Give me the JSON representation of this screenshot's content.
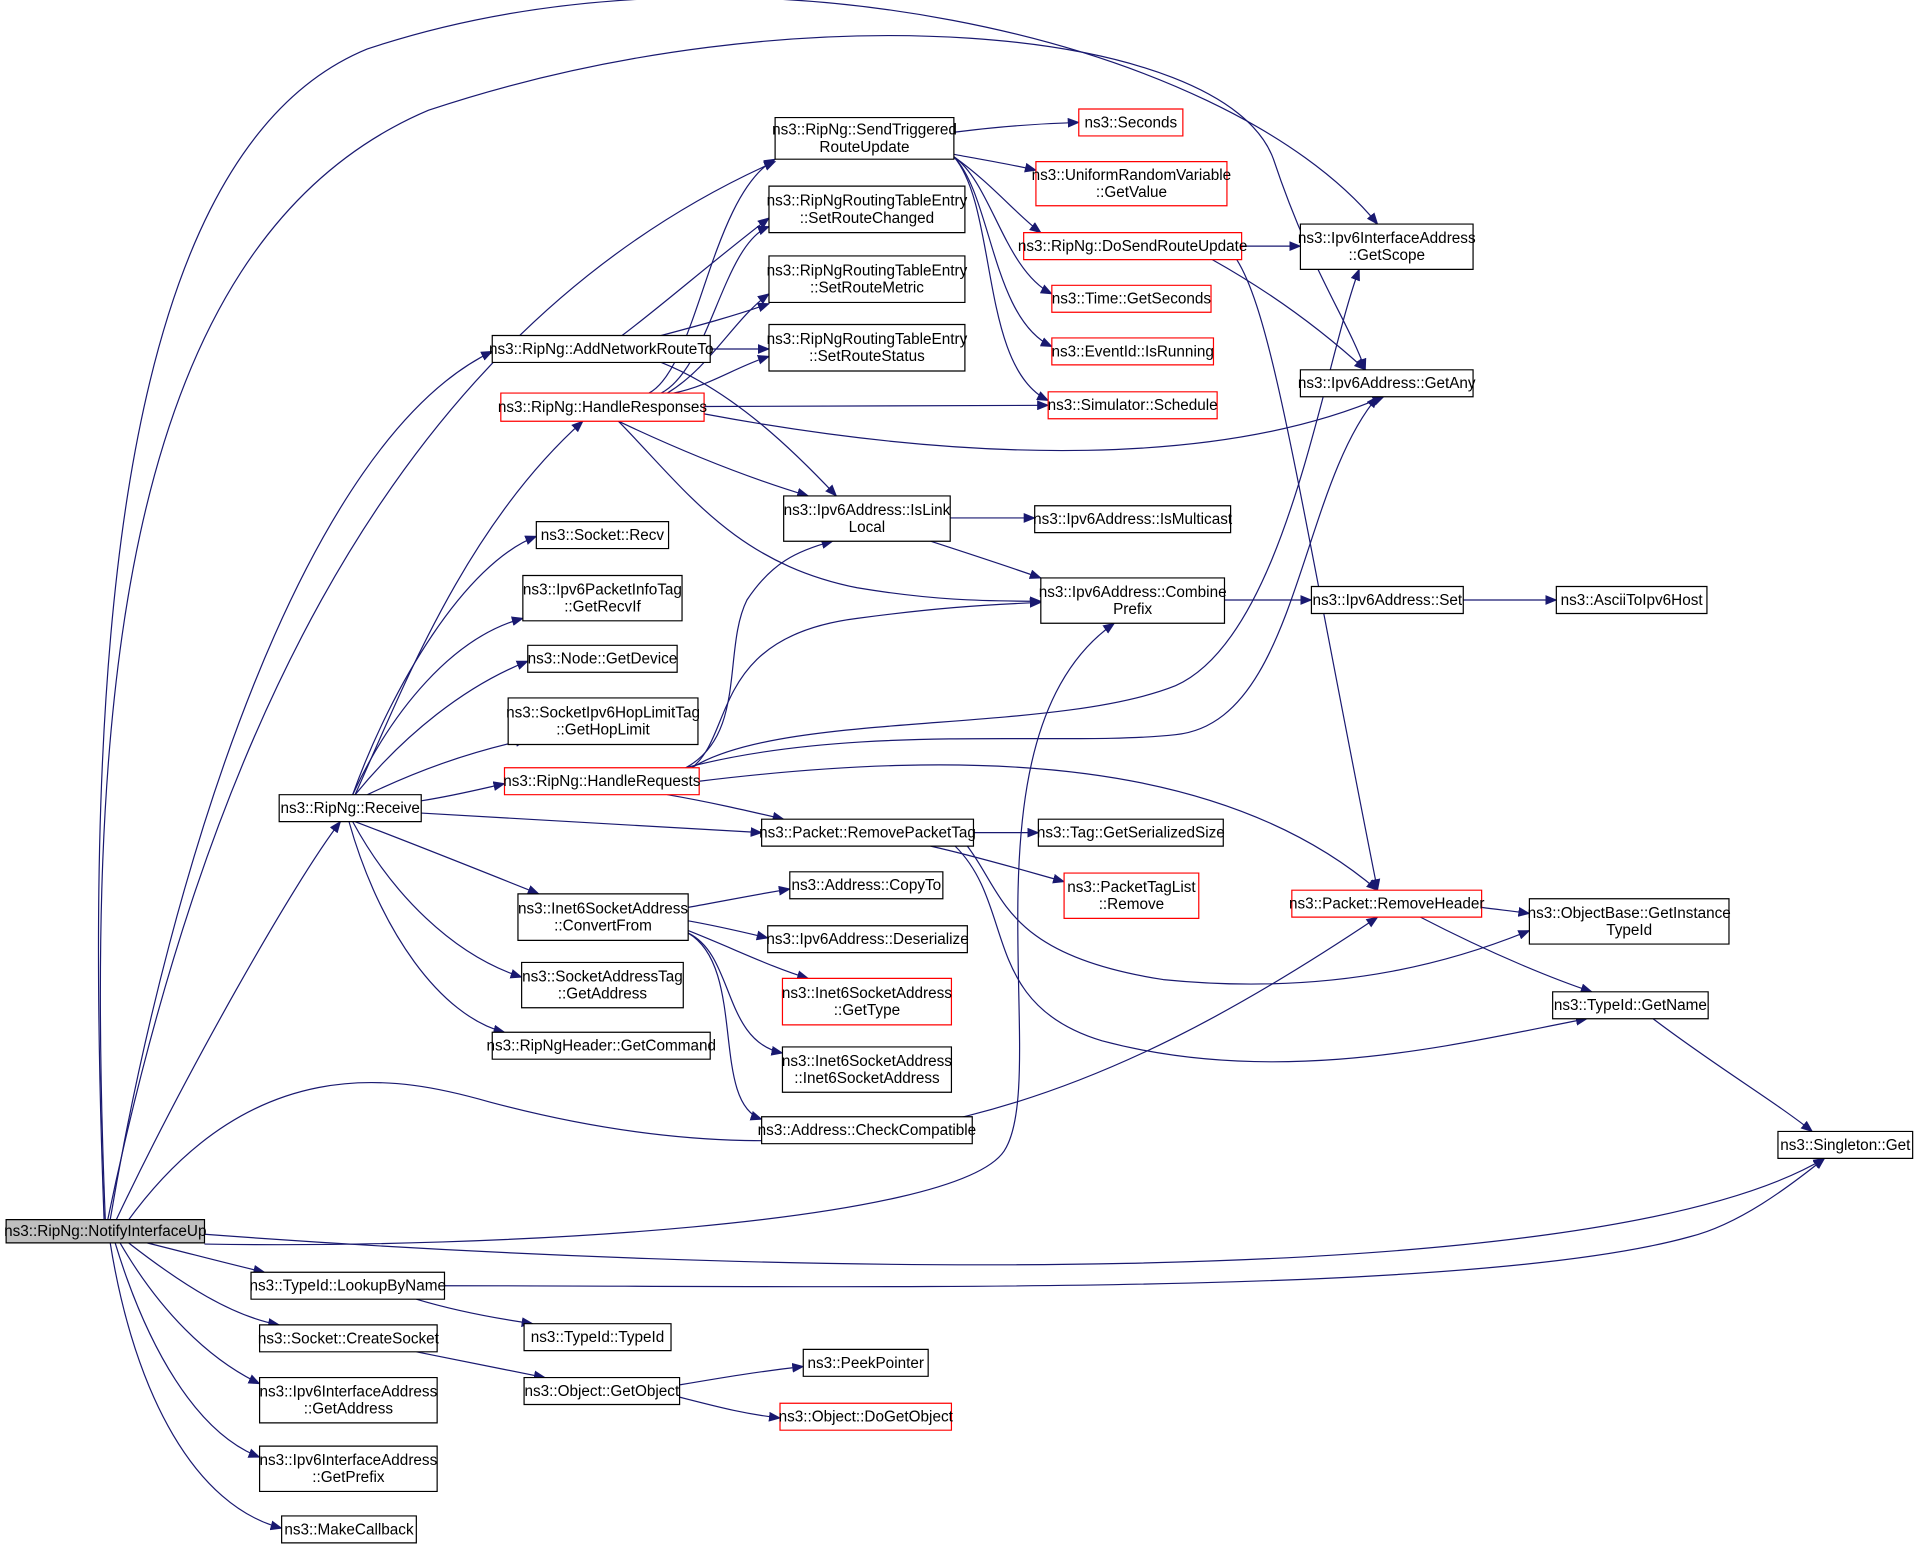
{
  "colors": {
    "edge": "#191970",
    "normal_border": "#000000",
    "truncated_border": "#ff0000",
    "root_fill": "#bfbfbf",
    "background": "#ffffff"
  },
  "nodes": {
    "root": {
      "lines": [
        "ns3::RipNg::NotifyInterfaceUp"
      ],
      "kind": "root"
    },
    "sendTriggered": {
      "lines": [
        "ns3::RipNg::SendTriggered",
        "RouteUpdate"
      ],
      "kind": "normal"
    },
    "seconds": {
      "lines": [
        "ns3::Seconds"
      ],
      "kind": "truncated"
    },
    "uniformGetValue": {
      "lines": [
        "ns3::UniformRandomVariable",
        "::GetValue"
      ],
      "kind": "truncated"
    },
    "doSendRouteUpdate": {
      "lines": [
        "ns3::RipNg::DoSendRouteUpdate"
      ],
      "kind": "truncated"
    },
    "timeGetSeconds": {
      "lines": [
        "ns3::Time::GetSeconds"
      ],
      "kind": "truncated"
    },
    "eventIsRunning": {
      "lines": [
        "ns3::EventId::IsRunning"
      ],
      "kind": "truncated"
    },
    "simSchedule": {
      "lines": [
        "ns3::Simulator::Schedule"
      ],
      "kind": "truncated"
    },
    "setRouteChanged": {
      "lines": [
        "ns3::RipNgRoutingTableEntry",
        "::SetRouteChanged"
      ],
      "kind": "normal"
    },
    "setRouteMetric": {
      "lines": [
        "ns3::RipNgRoutingTableEntry",
        "::SetRouteMetric"
      ],
      "kind": "normal"
    },
    "setRouteStatus": {
      "lines": [
        "ns3::RipNgRoutingTableEntry",
        "::SetRouteStatus"
      ],
      "kind": "normal"
    },
    "addNetworkRouteTo": {
      "lines": [
        "ns3::RipNg::AddNetworkRouteTo"
      ],
      "kind": "normal"
    },
    "handleResponses": {
      "lines": [
        "ns3::RipNg::HandleResponses"
      ],
      "kind": "truncated"
    },
    "ifaceGetScope": {
      "lines": [
        "ns3::Ipv6InterfaceAddress",
        "::GetScope"
      ],
      "kind": "normal"
    },
    "ipv6GetAny": {
      "lines": [
        "ns3::Ipv6Address::GetAny"
      ],
      "kind": "normal"
    },
    "socketRecv": {
      "lines": [
        "ns3::Socket::Recv"
      ],
      "kind": "normal"
    },
    "isLinkLocal": {
      "lines": [
        "ns3::Ipv6Address::IsLink",
        "Local"
      ],
      "kind": "normal"
    },
    "isMulticast": {
      "lines": [
        "ns3::Ipv6Address::IsMulticast"
      ],
      "kind": "normal"
    },
    "getRecvIf": {
      "lines": [
        "ns3::Ipv6PacketInfoTag",
        "::GetRecvIf"
      ],
      "kind": "normal"
    },
    "combinePrefix": {
      "lines": [
        "ns3::Ipv6Address::Combine",
        "Prefix"
      ],
      "kind": "normal"
    },
    "ipv6Set": {
      "lines": [
        "ns3::Ipv6Address::Set"
      ],
      "kind": "normal"
    },
    "asciiToIpv6Host": {
      "lines": [
        "ns3::AsciiToIpv6Host"
      ],
      "kind": "normal"
    },
    "nodeGetDevice": {
      "lines": [
        "ns3::Node::GetDevice"
      ],
      "kind": "normal"
    },
    "getHopLimit": {
      "lines": [
        "ns3::SocketIpv6HopLimitTag",
        "::GetHopLimit"
      ],
      "kind": "normal"
    },
    "handleRequests": {
      "lines": [
        "ns3::RipNg::HandleRequests"
      ],
      "kind": "truncated"
    },
    "receive": {
      "lines": [
        "ns3::RipNg::Receive"
      ],
      "kind": "normal"
    },
    "removePacketTag": {
      "lines": [
        "ns3::Packet::RemovePacketTag"
      ],
      "kind": "normal"
    },
    "tagGetSerializedSize": {
      "lines": [
        "ns3::Tag::GetSerializedSize"
      ],
      "kind": "normal"
    },
    "packetTagListRemove": {
      "lines": [
        "ns3::PacketTagList",
        "::Remove"
      ],
      "kind": "truncated"
    },
    "removeHeader": {
      "lines": [
        "ns3::Packet::RemoveHeader"
      ],
      "kind": "truncated"
    },
    "getInstanceTypeId": {
      "lines": [
        "ns3::ObjectBase::GetInstance",
        "TypeId"
      ],
      "kind": "normal"
    },
    "convertFrom": {
      "lines": [
        "ns3::Inet6SocketAddress",
        "::ConvertFrom"
      ],
      "kind": "normal"
    },
    "addressCopyTo": {
      "lines": [
        "ns3::Address::CopyTo"
      ],
      "kind": "normal"
    },
    "ipv6Deserialize": {
      "lines": [
        "ns3::Ipv6Address::Deserialize"
      ],
      "kind": "normal"
    },
    "inet6GetType": {
      "lines": [
        "ns3::Inet6SocketAddress",
        "::GetType"
      ],
      "kind": "truncated"
    },
    "typeIdGetName": {
      "lines": [
        "ns3::TypeId::GetName"
      ],
      "kind": "normal"
    },
    "sockAddrTagGetAddress": {
      "lines": [
        "ns3::SocketAddressTag",
        "::GetAddress"
      ],
      "kind": "normal"
    },
    "inet6Ctor": {
      "lines": [
        "ns3::Inet6SocketAddress",
        "::Inet6SocketAddress"
      ],
      "kind": "normal"
    },
    "getCommand": {
      "lines": [
        "ns3::RipNgHeader::GetCommand"
      ],
      "kind": "normal"
    },
    "checkCompatible": {
      "lines": [
        "ns3::Address::CheckCompatible"
      ],
      "kind": "normal"
    },
    "singletonGet": {
      "lines": [
        "ns3::Singleton::Get"
      ],
      "kind": "normal"
    },
    "lookupByName": {
      "lines": [
        "ns3::TypeId::LookupByName"
      ],
      "kind": "normal"
    },
    "typeIdTypeId": {
      "lines": [
        "ns3::TypeId::TypeId"
      ],
      "kind": "normal"
    },
    "createSocket": {
      "lines": [
        "ns3::Socket::CreateSocket"
      ],
      "kind": "normal"
    },
    "peekPointer": {
      "lines": [
        "ns3::PeekPointer"
      ],
      "kind": "normal"
    },
    "ifaceGetAddress": {
      "lines": [
        "ns3::Ipv6InterfaceAddress",
        "::GetAddress"
      ],
      "kind": "normal"
    },
    "objectGetObject": {
      "lines": [
        "ns3::Object::GetObject"
      ],
      "kind": "normal"
    },
    "doGetObject": {
      "lines": [
        "ns3::Object::DoGetObject"
      ],
      "kind": "truncated"
    },
    "ifaceGetPrefix": {
      "lines": [
        "ns3::Ipv6InterfaceAddress",
        "::GetPrefix"
      ],
      "kind": "normal"
    },
    "makeCallback": {
      "lines": [
        "ns3::MakeCallback"
      ],
      "kind": "normal"
    }
  }
}
